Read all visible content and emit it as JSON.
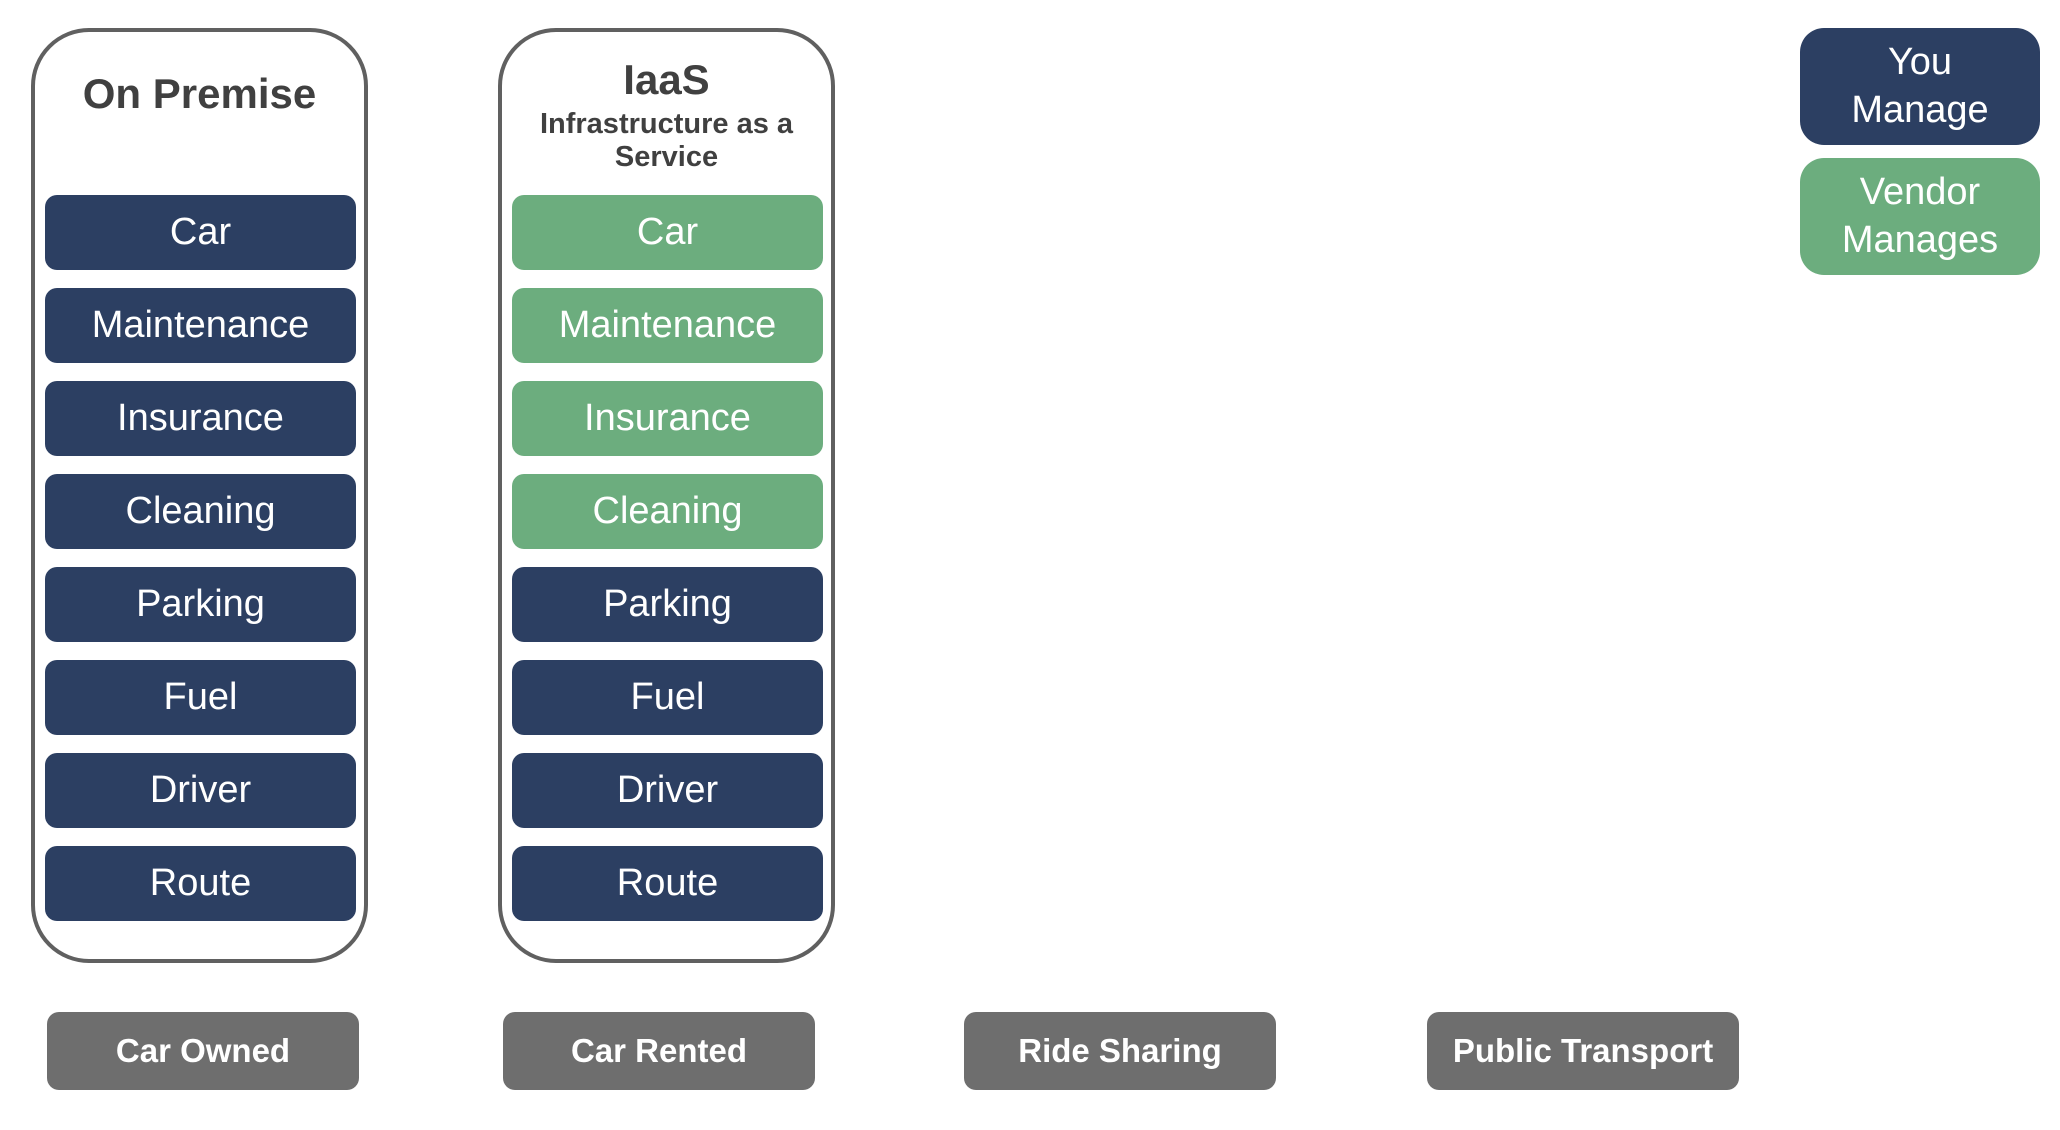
{
  "colors": {
    "you_manage": "#2c3f62",
    "vendor_manages": "#6cad7e",
    "footer_gray": "#6e6e6e",
    "column_border": "#606060",
    "heading_text": "#404040",
    "pill_text": "#ffffff"
  },
  "legend": {
    "you": {
      "label": "You Manage",
      "managed_by": "you"
    },
    "vendor": {
      "label": "Vendor Manages",
      "managed_by": "vendor"
    }
  },
  "columns": [
    {
      "title": "On Premise",
      "subtitle": "",
      "items": [
        {
          "label": "Car",
          "managed_by": "you"
        },
        {
          "label": "Maintenance",
          "managed_by": "you"
        },
        {
          "label": "Insurance",
          "managed_by": "you"
        },
        {
          "label": "Cleaning",
          "managed_by": "you"
        },
        {
          "label": "Parking",
          "managed_by": "you"
        },
        {
          "label": "Fuel",
          "managed_by": "you"
        },
        {
          "label": "Driver",
          "managed_by": "you"
        },
        {
          "label": "Route",
          "managed_by": "you"
        }
      ]
    },
    {
      "title": "IaaS",
      "subtitle": "Infrastructure as a Service",
      "items": [
        {
          "label": "Car",
          "managed_by": "vendor"
        },
        {
          "label": "Maintenance",
          "managed_by": "vendor"
        },
        {
          "label": "Insurance",
          "managed_by": "vendor"
        },
        {
          "label": "Cleaning",
          "managed_by": "vendor"
        },
        {
          "label": "Parking",
          "managed_by": "you"
        },
        {
          "label": "Fuel",
          "managed_by": "you"
        },
        {
          "label": "Driver",
          "managed_by": "you"
        },
        {
          "label": "Route",
          "managed_by": "you"
        }
      ]
    }
  ],
  "footers": [
    {
      "label": "Car Owned"
    },
    {
      "label": "Car Rented"
    },
    {
      "label": "Ride Sharing"
    },
    {
      "label": "Public Transport"
    }
  ]
}
